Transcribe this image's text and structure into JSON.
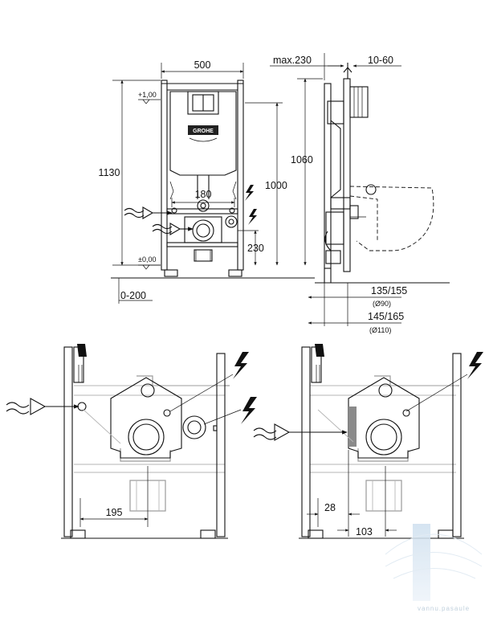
{
  "dimensions": {
    "frame_width": "500",
    "max_depth": "max.230",
    "wall_range": "10-60",
    "height_total": "1130",
    "level_top": "+1,00",
    "level_zero": "±0,00",
    "height_1060": "1060",
    "height_1000": "1000",
    "spacing_180": "180",
    "height_230": "230",
    "floor_range": "0-200",
    "outlet_90_range": "135/155",
    "outlet_90_dia": "(Ø90)",
    "outlet_110_range": "145/165",
    "outlet_110_dia": "(Ø110)",
    "offset_195": "195",
    "offset_28": "28",
    "offset_103": "103"
  },
  "logo": {
    "text": "GROHE"
  },
  "watermark": {
    "text": "vannu.pasaule"
  },
  "colors": {
    "ink": "#111111",
    "ghost": "#9a9a9a",
    "watermark": "#b7c9d8"
  },
  "icons": [
    "water-supply-icon",
    "electric-bolt-icon"
  ]
}
